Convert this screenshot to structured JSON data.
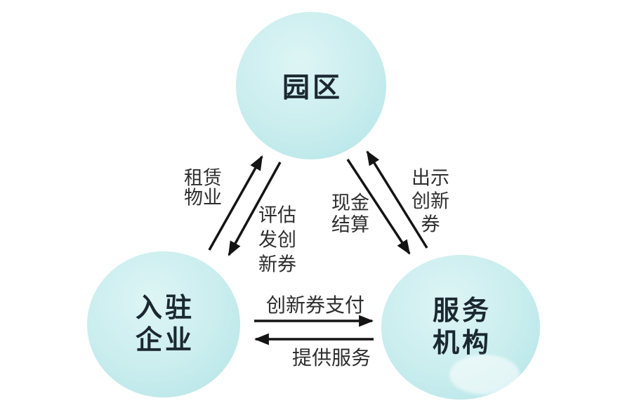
{
  "diagram": {
    "nodes": {
      "park": {
        "label": "园区"
      },
      "enterprise": {
        "line1": "入驻",
        "line2": "企业"
      },
      "service": {
        "line1": "服务",
        "line2": "机构"
      }
    },
    "edges": {
      "rent": {
        "line1": "租赁",
        "line2": "物业",
        "from": "入驻企业",
        "to": "园区"
      },
      "issue": {
        "line1": "评估",
        "line2": "发创",
        "line3": "新券",
        "from": "园区",
        "to": "入驻企业"
      },
      "cash": {
        "line1": "现金",
        "line2": "结算",
        "from": "园区",
        "to": "服务机构"
      },
      "present": {
        "line1": "出示",
        "line2": "创新",
        "line3": "券",
        "from": "服务机构",
        "to": "园区"
      },
      "pay": {
        "label": "创新券支付",
        "from": "入驻企业",
        "to": "服务机构"
      },
      "serve": {
        "label": "提供服务",
        "from": "服务机构",
        "to": "入驻企业"
      }
    },
    "colors": {
      "node_fill_center": "#def5f5",
      "node_fill_mid": "#c9edee",
      "node_fill_edge": "#b2e3e6",
      "node_text": "#1b2830",
      "label_text": "#2e2e2e",
      "arrow": "#141414",
      "background": "#ffffff"
    }
  }
}
